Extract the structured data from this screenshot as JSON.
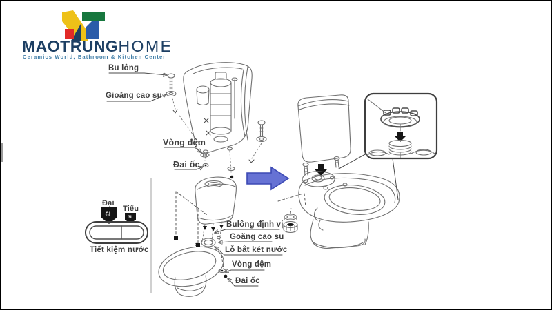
{
  "brand": {
    "logo_text_bold": "MAOTRUNG",
    "logo_text_light": "HOME",
    "tagline": "Ceramics World, Bathroom & Kitchen Center",
    "colors": {
      "navy": "#1d3f63",
      "teal": "#3e7ca6",
      "yellow": "#eec118",
      "green": "#17773e",
      "blue": "#2a5ba9",
      "red": "#e22a27"
    }
  },
  "cistern_diagram": {
    "labels": {
      "bolt": "Bu lông",
      "rubber_gasket": "Gioăng cao su",
      "washer": "Vòng đệm",
      "nut": "Đai ốc"
    }
  },
  "flush_button_legend": {
    "full_flush_label": "Đại",
    "half_flush_label": "Tiểu",
    "full_flush_volume": "6L",
    "half_flush_volume": "3L",
    "caption": "Tiết kiệm nước"
  },
  "bowl_diagram": {
    "labels": {
      "positioning_bolt": "Bulông định vị",
      "rubber_gasket": "Goăng cao su",
      "tank_mount_hole": "Lỗ bắt két nước",
      "washer": "Vòng đệm",
      "nut": "Đai ốc"
    }
  },
  "assembly": {
    "arrow_fill": "#6672d4",
    "arrow_stroke": "#3c49b4"
  }
}
